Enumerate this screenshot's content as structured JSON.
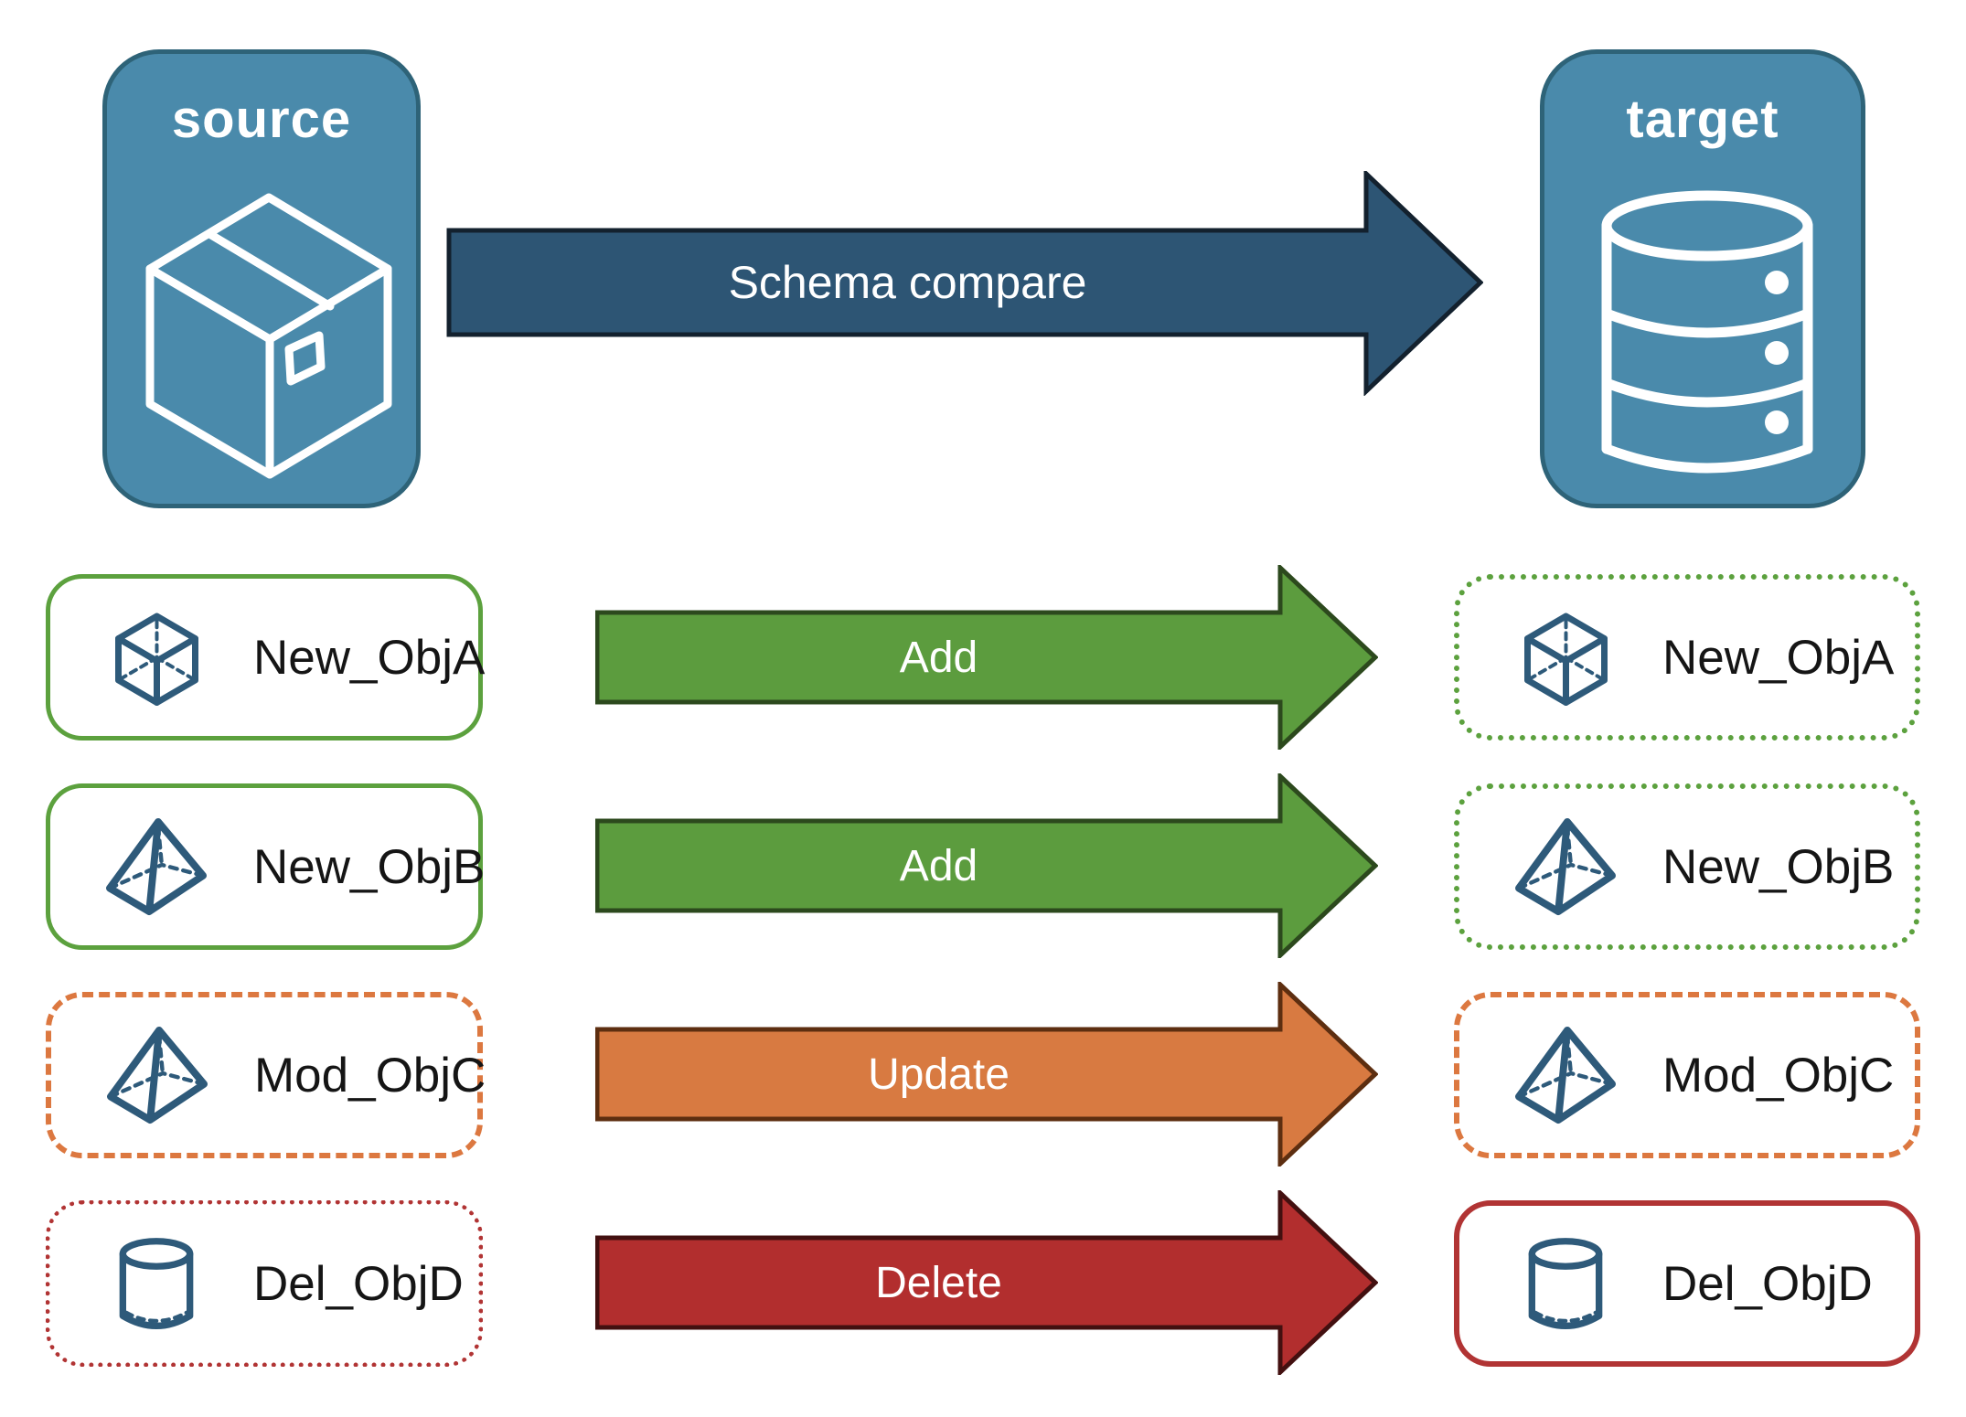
{
  "source_node": {
    "label": "source",
    "icon": "package-box"
  },
  "target_node": {
    "label": "target",
    "icon": "database"
  },
  "compare_arrow": {
    "label": "Schema compare"
  },
  "rows": [
    {
      "name": "New_ObjA",
      "action": "Add",
      "shape": "cube",
      "change": "added",
      "color": "#5CA13E"
    },
    {
      "name": "New_ObjB",
      "action": "Add",
      "shape": "pyramid",
      "change": "added",
      "color": "#5CA13E"
    },
    {
      "name": "Mod_ObjC",
      "action": "Update",
      "shape": "pyramid",
      "change": "modified",
      "color": "#DC7840"
    },
    {
      "name": "Del_ObjD",
      "action": "Delete",
      "shape": "cylinder",
      "change": "deleted",
      "color": "#B13434"
    }
  ],
  "colors": {
    "node_blue": "#4A8AAB",
    "node_border": "#2E6378",
    "compare_navy": "#2D5574",
    "add_green": "#5C9C3E",
    "update_orange": "#D87A41",
    "delete_red": "#B22E2E",
    "icon_slate": "#2E5A7A"
  }
}
